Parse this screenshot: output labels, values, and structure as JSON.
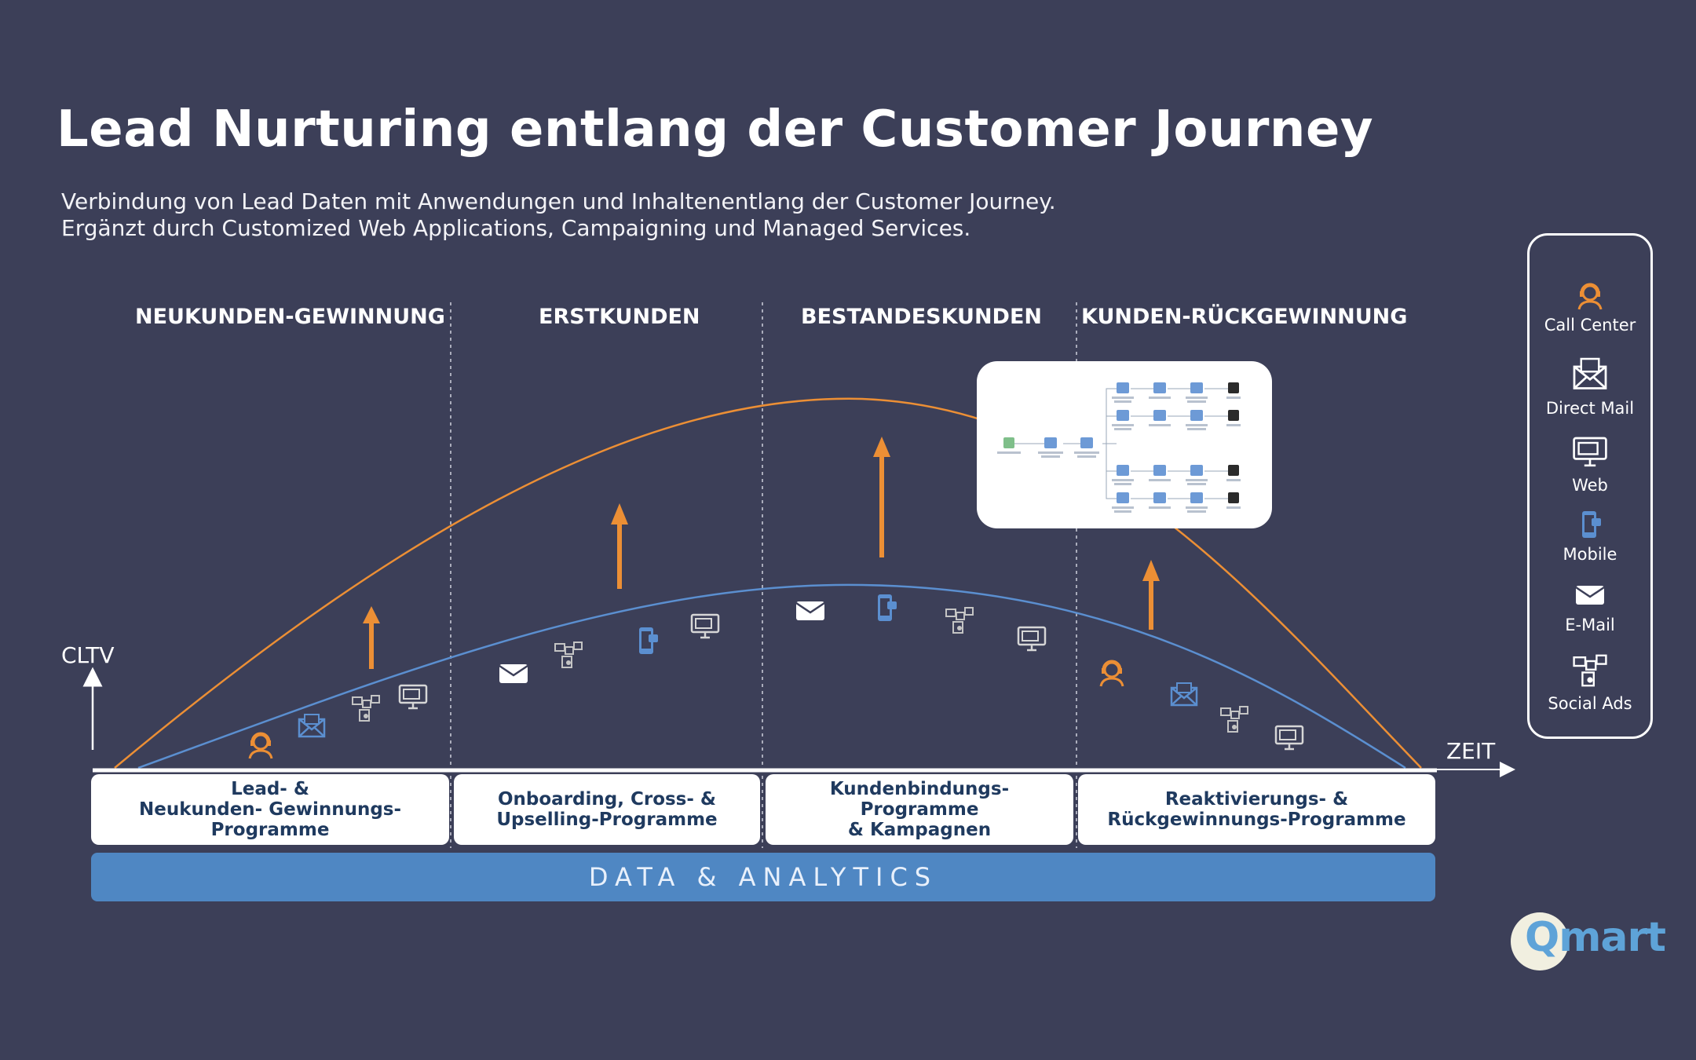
{
  "header": {
    "title": "Lead Nurturing entlang der Customer Journey",
    "subtitle_line1": "Verbindung von Lead Daten mit Anwendungen und Inhaltenentlang der Customer Journey.",
    "subtitle_line2": "Ergänzt durch Customized Web Applications, Campaigning und Managed Services."
  },
  "phases": [
    "NEUKUNDEN-GEWINNUNG",
    "ERSTKUNDEN",
    "BESTANDESKUNDEN",
    "KUNDEN-RÜCKGEWINNUNG"
  ],
  "programs": [
    "Lead- &\nNeukunden- Gewinnungs-\nProgramme",
    "Onboarding, Cross- &\nUpselling-Programme",
    "Kundenbindungs-Programme\n& Kampagnen",
    "Reaktivierungs- &\nRückgewinnungs-Programme"
  ],
  "analytics_label": "DATA & ANALYTICS",
  "axes": {
    "y_label": "CLTV",
    "x_label": "ZEIT"
  },
  "channels": [
    {
      "label": "Call Center",
      "icon": "headset-agent-icon"
    },
    {
      "label": "Direct Mail",
      "icon": "envelope-letter-icon"
    },
    {
      "label": "Web",
      "icon": "monitor-icon"
    },
    {
      "label": "Mobile",
      "icon": "smartphone-icon"
    },
    {
      "label": "E-Mail",
      "icon": "email-icon"
    },
    {
      "label": "Social Ads",
      "icon": "social-ads-icon"
    }
  ],
  "brand": {
    "logo_text": "Qmart",
    "colors": {
      "background": "#3c3f58",
      "orange": "#ec8f35",
      "blue": "#4f87c3",
      "navy_text": "#1f3a5f"
    }
  }
}
